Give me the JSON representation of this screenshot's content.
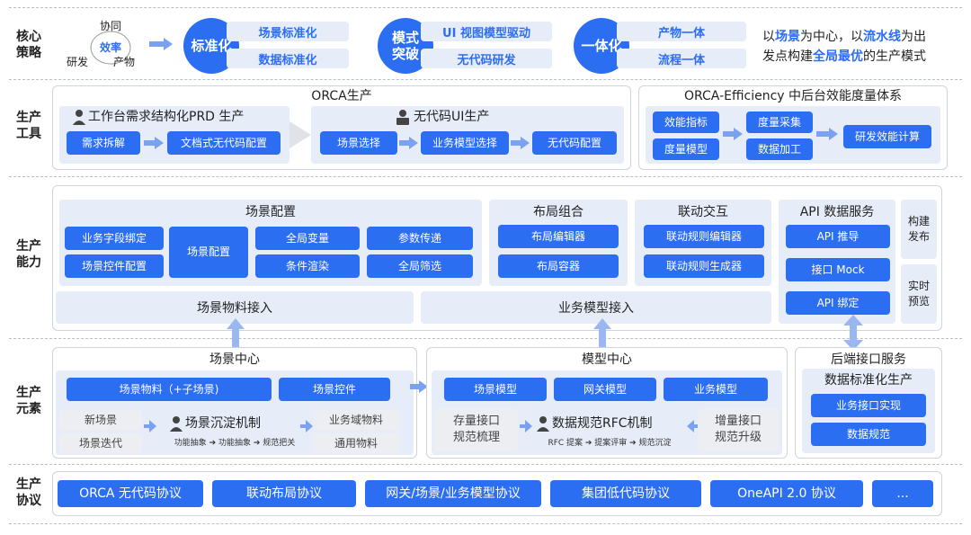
{
  "rows": {
    "strategy": "核心\n策略",
    "tools": "生产\n工具",
    "capability": "生产\n能力",
    "elements": "生产\n元素",
    "protocol": "生产\n协议"
  },
  "strategy": {
    "cycle": {
      "top": "协同",
      "center": "效率",
      "left": "研发",
      "right": "产物"
    },
    "standardize": {
      "circle": "标准化",
      "items": [
        "场景标准化",
        "数据标准化"
      ]
    },
    "breakthrough": {
      "circle": "模式\n突破",
      "items": [
        "UI 视图模型驱动",
        "无代码研发"
      ]
    },
    "integration": {
      "circle": "一体化",
      "items": [
        "产物一体",
        "流程一体"
      ]
    },
    "summary": {
      "p1": "以",
      "h1": "场景",
      "p2": "为中心，以",
      "h2": "流水线",
      "p3": "为出",
      "p4": "发点构建",
      "h3": "全局最优",
      "p5": "的生产模式"
    }
  },
  "tools": {
    "orca": {
      "title": "ORCA生产",
      "prd": {
        "title": "工作台需求结构化PRD 生产",
        "steps": [
          "需求拆解",
          "文档式无代码配置"
        ]
      },
      "ui": {
        "title": "无代码UI生产",
        "steps": [
          "场景选择",
          "业务模型选择",
          "无代码配置"
        ]
      }
    },
    "efficiency": {
      "title": "ORCA-Efficiency 中后台效能度量体系",
      "left": [
        "效能指标",
        "度量模型"
      ],
      "mid": [
        "度量采集",
        "数据加工"
      ],
      "right": "研发效能计算"
    }
  },
  "capability": {
    "scene_config": {
      "title": "场景配置",
      "left": [
        "业务字段绑定",
        "场景控件配置"
      ],
      "center": "场景配置",
      "right": [
        "全局变量",
        "参数传递",
        "条件渲染",
        "全局筛选"
      ]
    },
    "layout": {
      "title": "布局组合",
      "items": [
        "布局编辑器",
        "布局容器"
      ]
    },
    "linkage": {
      "title": "联动交互",
      "items": [
        "联动规则编辑器",
        "联动规则生成器"
      ]
    },
    "api": {
      "title": "API 数据服务",
      "items": [
        "API 推导",
        "接口 Mock",
        "API 绑定"
      ]
    },
    "side": [
      "构建\n发布",
      "实时\n预览"
    ],
    "access": [
      "场景物料接入",
      "业务模型接入"
    ]
  },
  "elements": {
    "scene_center": {
      "title": "场景中心",
      "top": [
        "场景物料（+子场景)",
        "场景控件"
      ],
      "left": [
        "新场景",
        "场景迭代"
      ],
      "mechanism": "场景沉淀机制",
      "mechanism_sub": "功能抽象 ➔ 功能抽象 ➔ 规范把关",
      "right": [
        "业务域物料",
        "通用物料"
      ]
    },
    "model_center": {
      "title": "模型中心",
      "top": [
        "场景模型",
        "网关模型",
        "业务模型"
      ],
      "left": "存量接口\n规范梳理",
      "mechanism": "数据规范RFC机制",
      "mechanism_sub": "RFC 提案 ➔ 提案评审 ➔ 规范沉淀",
      "right": "增量接口\n规范升级"
    },
    "backend": {
      "title": "后端接口服务",
      "subtitle": "数据标准化生产",
      "items": [
        "业务接口实现",
        "数据规范"
      ]
    }
  },
  "protocol": {
    "items": [
      "ORCA 无代码协议",
      "联动布局协议",
      "网关/场景/业务模型协议",
      "集团低代码协议",
      "OneAPI 2.0 协议",
      "..."
    ]
  },
  "colors": {
    "primary": "#2c6ef2",
    "light": "#e6edf9",
    "gray": "#eceef2",
    "arrow": "#7aa2f0"
  }
}
